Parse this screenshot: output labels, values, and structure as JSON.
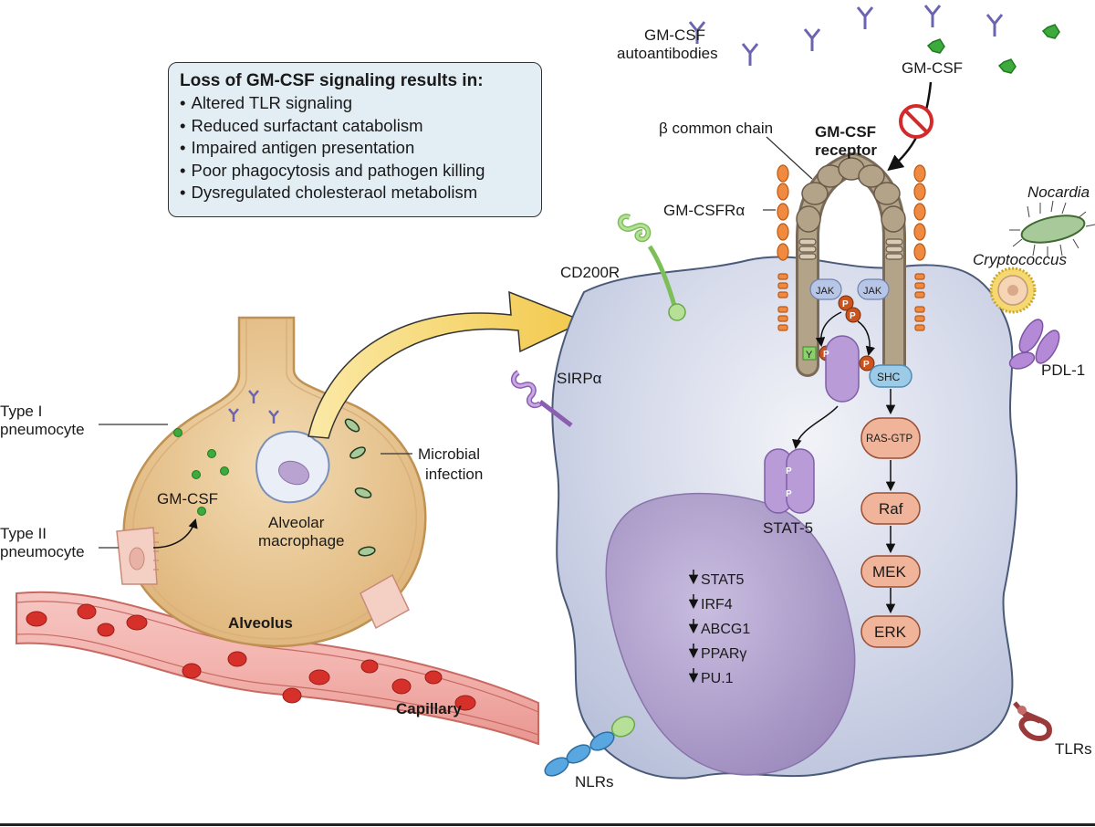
{
  "info_box": {
    "title": "Loss of GM-CSF signaling results in:",
    "items": [
      "Altered TLR signaling",
      "Reduced surfactant catabolism",
      "Impaired antigen presentation",
      "Poor phagocytosis and pathogen killing",
      "Dysregulated cholesteraol metabolism"
    ]
  },
  "alveolus": {
    "type1_line1": "Type I",
    "type1_line2": "pneumocyte",
    "type2_line1": "Type II",
    "type2_line2": "pneumocyte",
    "gmcsf": "GM-CSF",
    "macrophage_line1": "Alveolar",
    "macrophage_line2": "macrophage",
    "microbial_line1": "Microbial",
    "microbial_line2": "infection",
    "alveolus": "Alveolus",
    "capillary": "Capillary"
  },
  "top": {
    "autoantibodies_line1": "GM-CSF",
    "autoantibodies_line2": "autoantibodies",
    "gmcsf": "GM-CSF"
  },
  "receptor": {
    "beta_chain": "β common chain",
    "gmcsf_receptor_line1": "GM-CSF",
    "gmcsf_receptor_line2": "receptor",
    "gmcsfr_alpha": "GM-CSFRα",
    "jak_left": "JAK",
    "jak_right": "JAK",
    "p": "P",
    "y": "Y",
    "shc": "SHC",
    "stat5": "STAT-5"
  },
  "pathway": {
    "ras": "RAS-GTP",
    "raf": "Raf",
    "mek": "MEK",
    "erk": "ERK"
  },
  "nucleus": {
    "genes": [
      "STAT5",
      "IRF4",
      "ABCG1",
      "PPARγ",
      "PU.1"
    ]
  },
  "surface": {
    "cd200r": "CD200R",
    "sirpa": "SIRPα",
    "nocardia": "Nocardia",
    "cryptococcus": "Cryptococcus",
    "pdl1": "PDL-1",
    "tlrs": "TLRs",
    "nlrs": "NLRs"
  },
  "colors": {
    "cell": "#c9cfe3",
    "alveolus": "#e8c48f",
    "antibody": "#6b64b0",
    "gmcsf": "#3daa3d",
    "pathway_box": "#f0b49a",
    "shc": "#9ccbe8",
    "phospho": "#c9541f",
    "stat": "#b99bd8",
    "nucleus": "#a794c2"
  }
}
